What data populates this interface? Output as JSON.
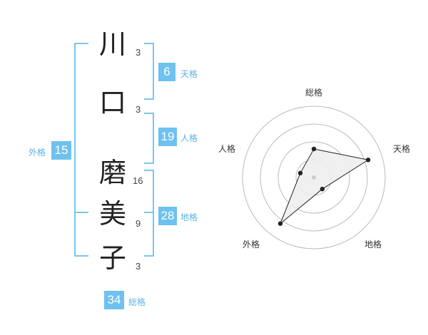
{
  "name_chars": [
    {
      "char": "川",
      "strokes": "3"
    },
    {
      "char": "口",
      "strokes": "3"
    },
    {
      "char": "磨",
      "strokes": "16"
    },
    {
      "char": "美",
      "strokes": "9"
    },
    {
      "char": "子",
      "strokes": "3"
    }
  ],
  "fortunes": {
    "tenkaku": {
      "value": "6",
      "label": "天格"
    },
    "jinkaku": {
      "value": "19",
      "label": "人格"
    },
    "chikaku": {
      "value": "28",
      "label": "地格"
    },
    "gaikaku": {
      "value": "15",
      "label": "外格"
    },
    "soukaku": {
      "value": "34",
      "label": "総格"
    }
  },
  "chart_data": {
    "type": "radar",
    "axes": [
      "総格",
      "天格",
      "地格",
      "外格",
      "人格"
    ],
    "ring_count": 4,
    "values": [
      2,
      4,
      1,
      4,
      1
    ],
    "max": 5,
    "colors": {
      "ring": "#bbbbbb",
      "fill": "#eeeeee",
      "line": "#222222",
      "center": "#cccccc"
    }
  }
}
